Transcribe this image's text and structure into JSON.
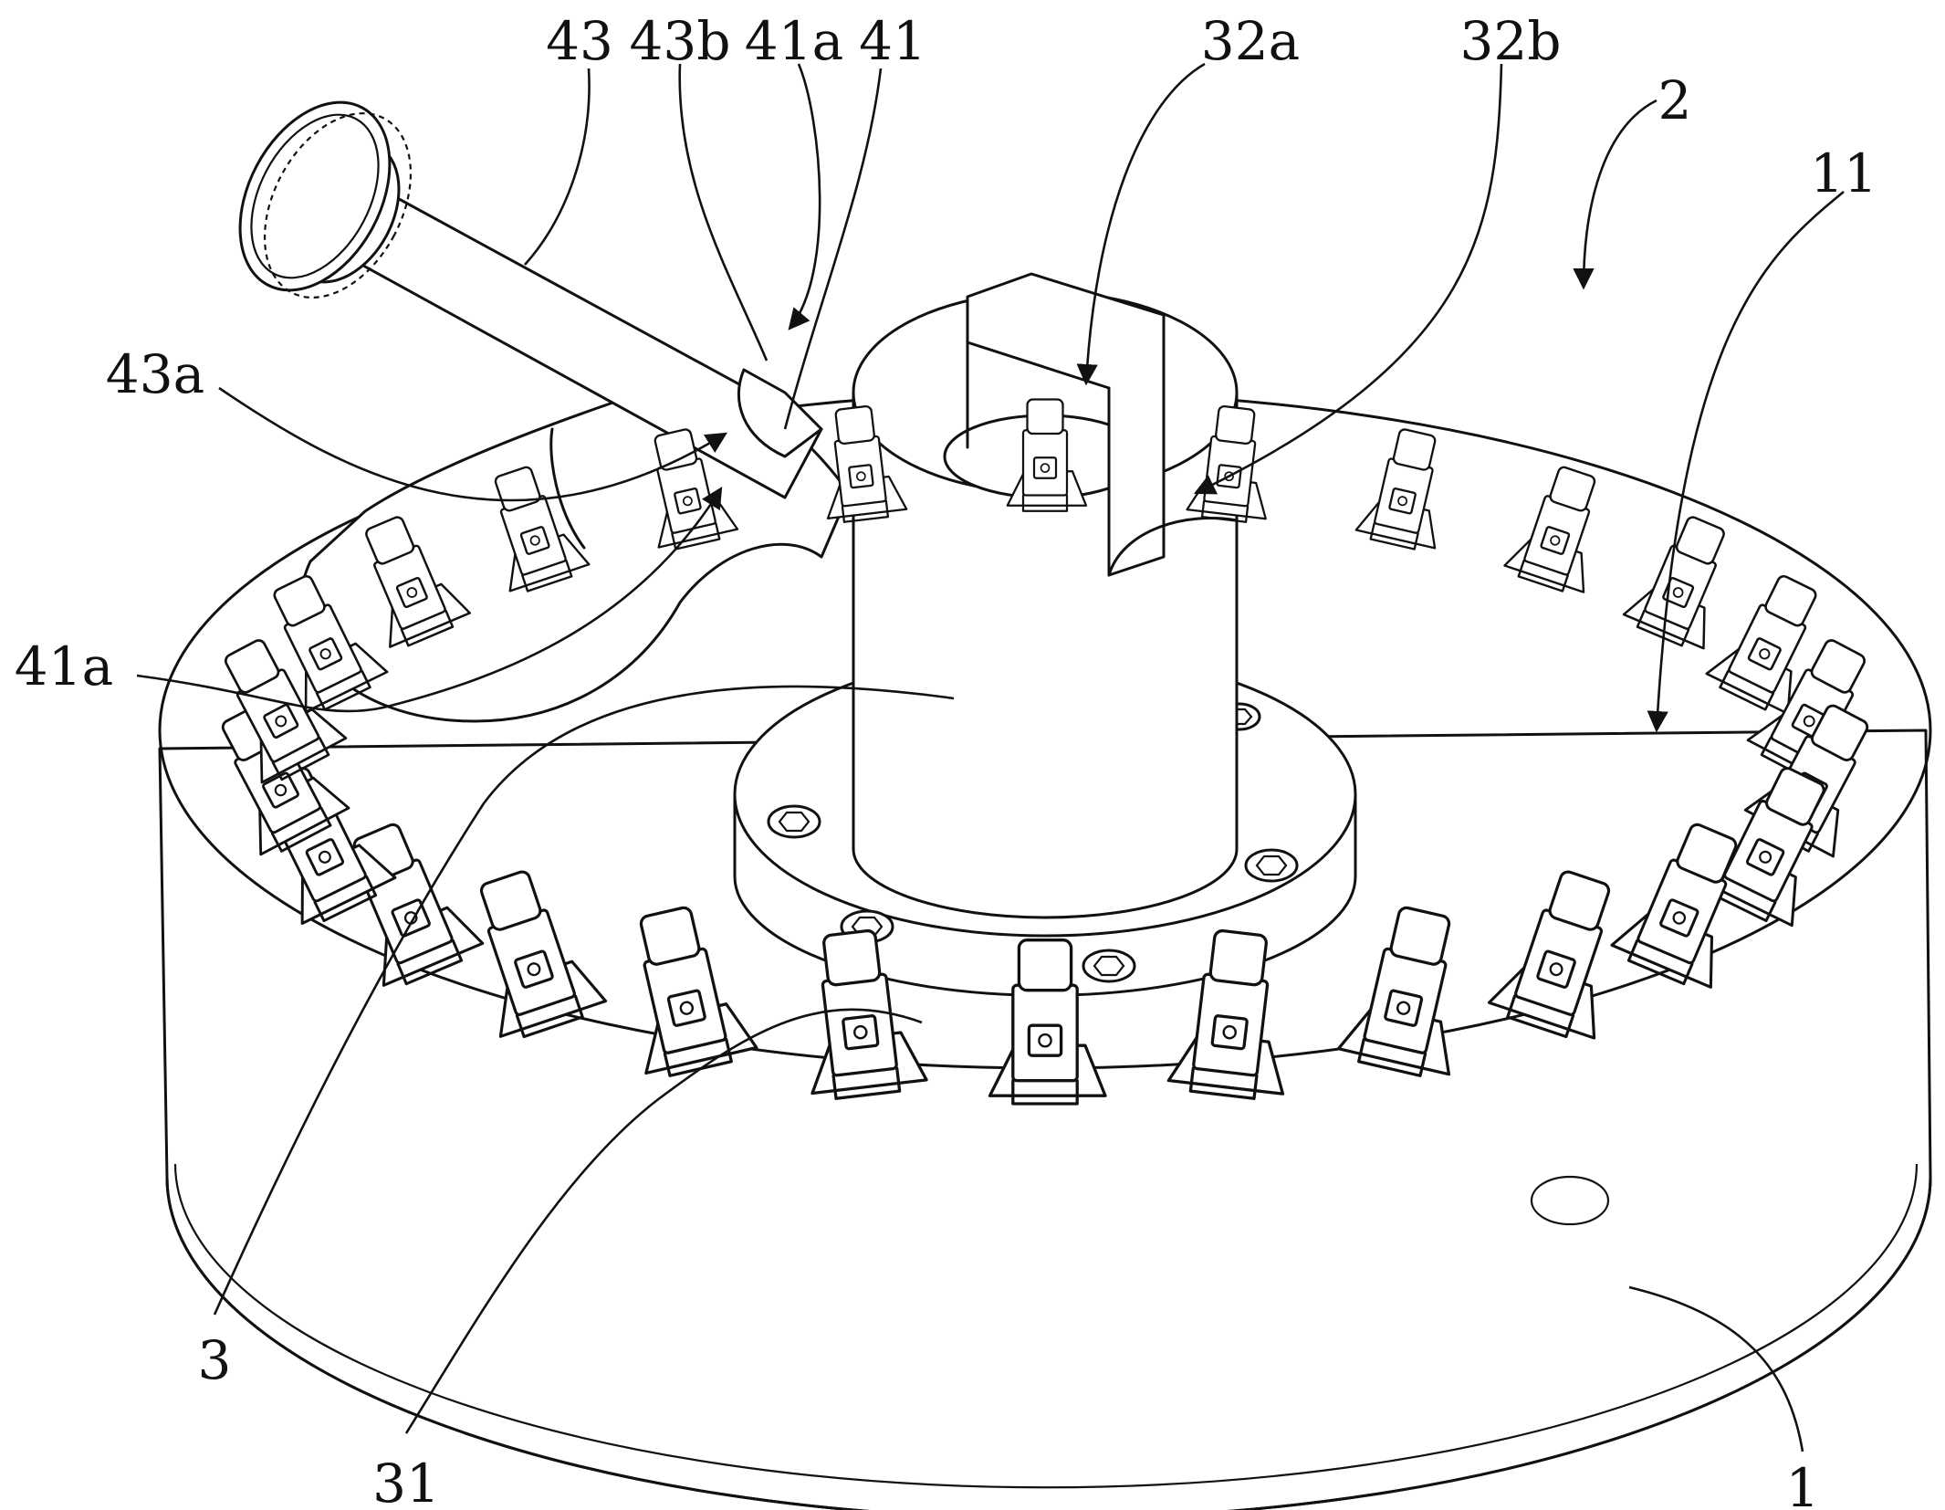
{
  "figure": {
    "labels": {
      "l43": "43",
      "l43b": "43b",
      "l41a_top": "41a",
      "l41": "41",
      "l32a": "32a",
      "l32b": "32b",
      "l2": "2",
      "l11": "11",
      "l43a": "43a",
      "l41a_left": "41a",
      "l3": "3",
      "l31": "31",
      "l1": "1"
    }
  }
}
